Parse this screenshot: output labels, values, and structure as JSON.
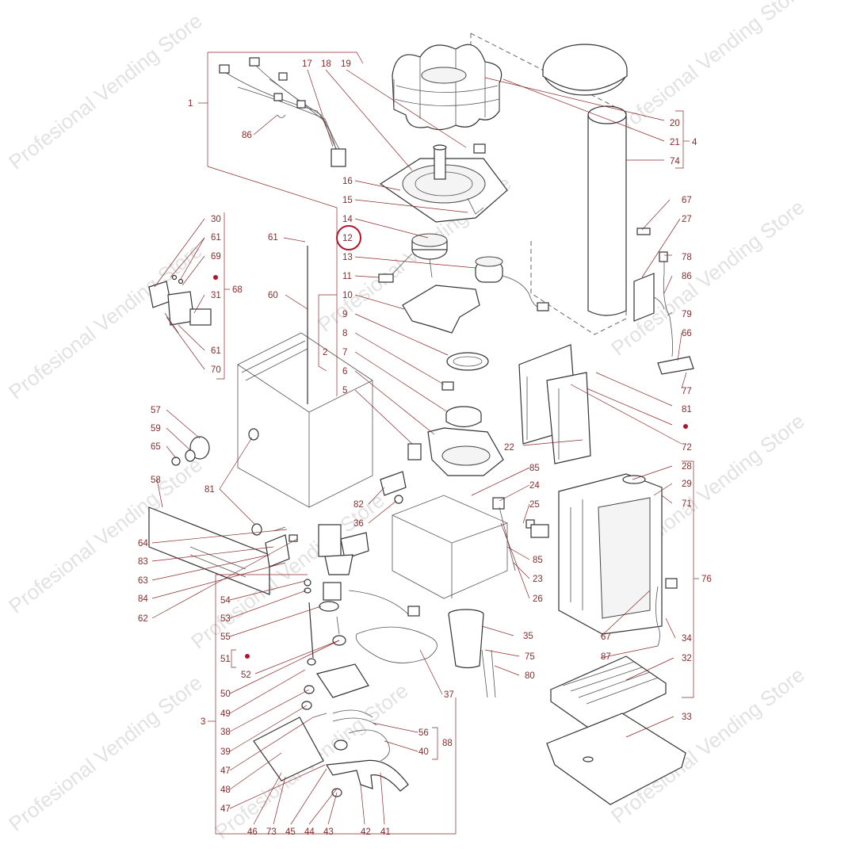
{
  "watermark": "Profesional Vending Store",
  "highlighted_label": "12",
  "labels": [
    {
      "id": "l1",
      "text": "1"
    },
    {
      "id": "l17",
      "text": "17"
    },
    {
      "id": "l18",
      "text": "18"
    },
    {
      "id": "l19",
      "text": "19"
    },
    {
      "id": "l86a",
      "text": "86"
    },
    {
      "id": "l20",
      "text": "20"
    },
    {
      "id": "l21",
      "text": "21"
    },
    {
      "id": "l4",
      "text": "4"
    },
    {
      "id": "l74",
      "text": "74"
    },
    {
      "id": "l16",
      "text": "16"
    },
    {
      "id": "l15",
      "text": "15"
    },
    {
      "id": "l14",
      "text": "14"
    },
    {
      "id": "l12",
      "text": "12"
    },
    {
      "id": "l13",
      "text": "13"
    },
    {
      "id": "l11",
      "text": "11"
    },
    {
      "id": "l10",
      "text": "10"
    },
    {
      "id": "l9",
      "text": "9"
    },
    {
      "id": "l8",
      "text": "8"
    },
    {
      "id": "l7",
      "text": "7"
    },
    {
      "id": "l6",
      "text": "6"
    },
    {
      "id": "l5",
      "text": "5"
    },
    {
      "id": "l2",
      "text": "2"
    },
    {
      "id": "l67a",
      "text": "67"
    },
    {
      "id": "l27",
      "text": "27"
    },
    {
      "id": "l78",
      "text": "78"
    },
    {
      "id": "l86b",
      "text": "86"
    },
    {
      "id": "l79",
      "text": "79"
    },
    {
      "id": "l66",
      "text": "66"
    },
    {
      "id": "l77",
      "text": "77"
    },
    {
      "id": "l81a",
      "text": "81"
    },
    {
      "id": "l72",
      "text": "72"
    },
    {
      "id": "l22",
      "text": "22"
    },
    {
      "id": "l30",
      "text": "30"
    },
    {
      "id": "l61a",
      "text": "61"
    },
    {
      "id": "l69",
      "text": "69"
    },
    {
      "id": "l68",
      "text": "68"
    },
    {
      "id": "l31",
      "text": "31"
    },
    {
      "id": "l61b",
      "text": "61"
    },
    {
      "id": "l70",
      "text": "70"
    },
    {
      "id": "l61c",
      "text": "61"
    },
    {
      "id": "l60",
      "text": "60"
    },
    {
      "id": "l57",
      "text": "57"
    },
    {
      "id": "l59",
      "text": "59"
    },
    {
      "id": "l65",
      "text": "65"
    },
    {
      "id": "l58",
      "text": "58"
    },
    {
      "id": "l81b",
      "text": "81"
    },
    {
      "id": "l82",
      "text": "82"
    },
    {
      "id": "l36",
      "text": "36"
    },
    {
      "id": "l85a",
      "text": "85"
    },
    {
      "id": "l24",
      "text": "24"
    },
    {
      "id": "l25",
      "text": "25"
    },
    {
      "id": "l28",
      "text": "28"
    },
    {
      "id": "l29",
      "text": "29"
    },
    {
      "id": "l71",
      "text": "71"
    },
    {
      "id": "l64",
      "text": "64"
    },
    {
      "id": "l83",
      "text": "83"
    },
    {
      "id": "l63",
      "text": "63"
    },
    {
      "id": "l84",
      "text": "84"
    },
    {
      "id": "l62",
      "text": "62"
    },
    {
      "id": "l54",
      "text": "54"
    },
    {
      "id": "l53",
      "text": "53"
    },
    {
      "id": "l55",
      "text": "55"
    },
    {
      "id": "l85b",
      "text": "85"
    },
    {
      "id": "l23",
      "text": "23"
    },
    {
      "id": "l26",
      "text": "26"
    },
    {
      "id": "l76",
      "text": "76"
    },
    {
      "id": "l35",
      "text": "35"
    },
    {
      "id": "l67b",
      "text": "67"
    },
    {
      "id": "l34",
      "text": "34"
    },
    {
      "id": "l87",
      "text": "87"
    },
    {
      "id": "l32",
      "text": "32"
    },
    {
      "id": "l51",
      "text": "51"
    },
    {
      "id": "l52",
      "text": "52"
    },
    {
      "id": "l50",
      "text": "50"
    },
    {
      "id": "l49",
      "text": "49"
    },
    {
      "id": "l38",
      "text": "38"
    },
    {
      "id": "l3",
      "text": "3"
    },
    {
      "id": "l39",
      "text": "39"
    },
    {
      "id": "l47a",
      "text": "47"
    },
    {
      "id": "l48",
      "text": "48"
    },
    {
      "id": "l47b",
      "text": "47"
    },
    {
      "id": "l75",
      "text": "75"
    },
    {
      "id": "l80",
      "text": "80"
    },
    {
      "id": "l37",
      "text": "37"
    },
    {
      "id": "l56",
      "text": "56"
    },
    {
      "id": "l40",
      "text": "40"
    },
    {
      "id": "l88",
      "text": "88"
    },
    {
      "id": "l33",
      "text": "33"
    },
    {
      "id": "l46",
      "text": "46"
    },
    {
      "id": "l73",
      "text": "73"
    },
    {
      "id": "l45",
      "text": "45"
    },
    {
      "id": "l44",
      "text": "44"
    },
    {
      "id": "l43",
      "text": "43"
    },
    {
      "id": "l42",
      "text": "42"
    },
    {
      "id": "l41",
      "text": "41"
    }
  ]
}
